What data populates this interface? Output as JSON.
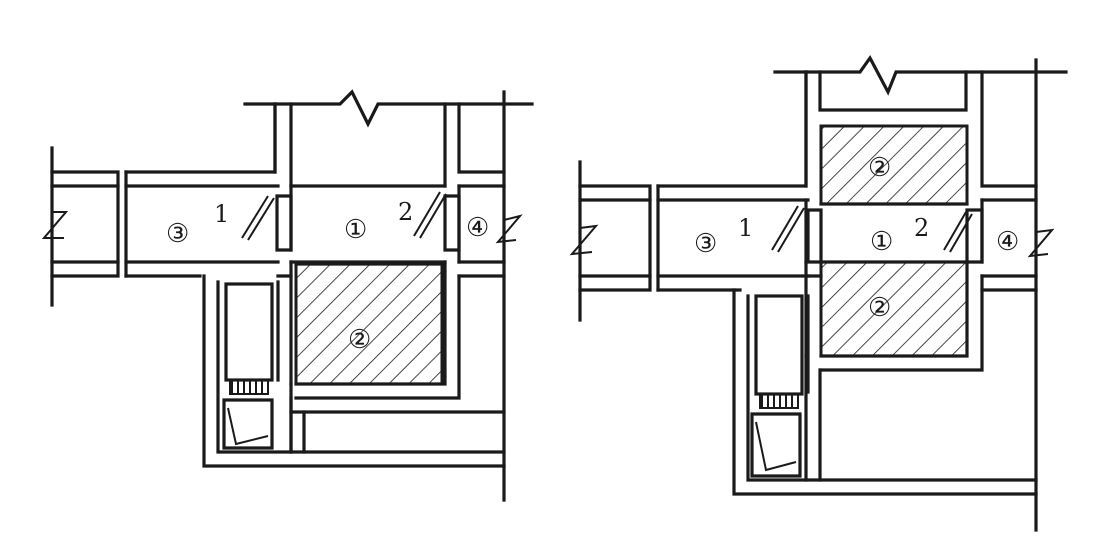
{
  "diagrams": [
    {
      "id": "left",
      "labels": {
        "zone_1": "①",
        "zone_2": "②",
        "zone_3": "③",
        "zone_4": "④",
        "mark_1": "1",
        "mark_2": "2"
      }
    },
    {
      "id": "right",
      "labels": {
        "zone_1": "①",
        "zone_2_top": "②",
        "zone_2_bottom": "②",
        "zone_3": "③",
        "zone_4": "④",
        "mark_1": "1",
        "mark_2": "2"
      }
    }
  ]
}
